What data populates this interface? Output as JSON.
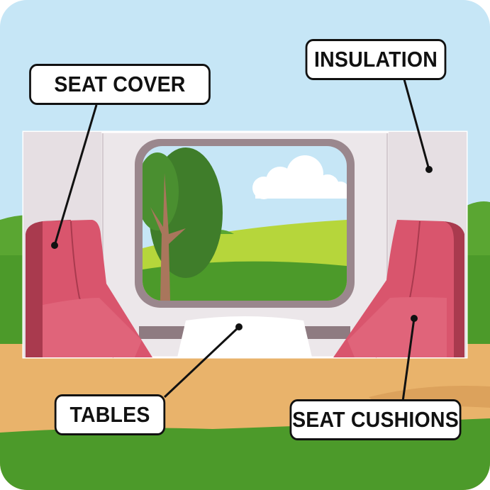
{
  "labels": {
    "seat_cover": "SEAT COVER",
    "insulation": "INSULATION",
    "tables": "TABLES",
    "seat_cushions": "SEAT CUSHIONS"
  },
  "colors": {
    "sky": "#c6e6f6",
    "grass": "#4c9a2a",
    "ground": "#e9b36b",
    "seat": "#d9556d",
    "seat_dark": "#a93a4e",
    "wall": "#ece7ea",
    "window_frame": "#9a878d",
    "outline": "#111111"
  }
}
